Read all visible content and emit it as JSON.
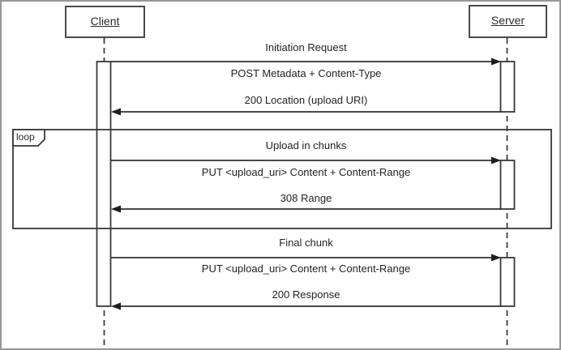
{
  "diagram": {
    "type": "uml-sequence-diagram",
    "actors": [
      {
        "name": "Client"
      },
      {
        "name": "Server"
      }
    ],
    "fragment": {
      "operator_label": "loop"
    },
    "sections": [
      {
        "title": "Initiation Request",
        "request_message": "POST Metadata + Content-Type",
        "response_message": "200 Location (upload URI)"
      },
      {
        "title": "Upload in chunks",
        "request_message": "PUT <upload_uri> Content + Content-Range",
        "response_message": "308 Range"
      },
      {
        "title": "Final chunk",
        "request_message": "PUT <upload_uri> Content + Content-Range",
        "response_message": "200 Response"
      }
    ],
    "colors": {
      "line": "#333333",
      "text": "#232323",
      "frame_border": "#97979b",
      "background": "#ffffff"
    }
  }
}
